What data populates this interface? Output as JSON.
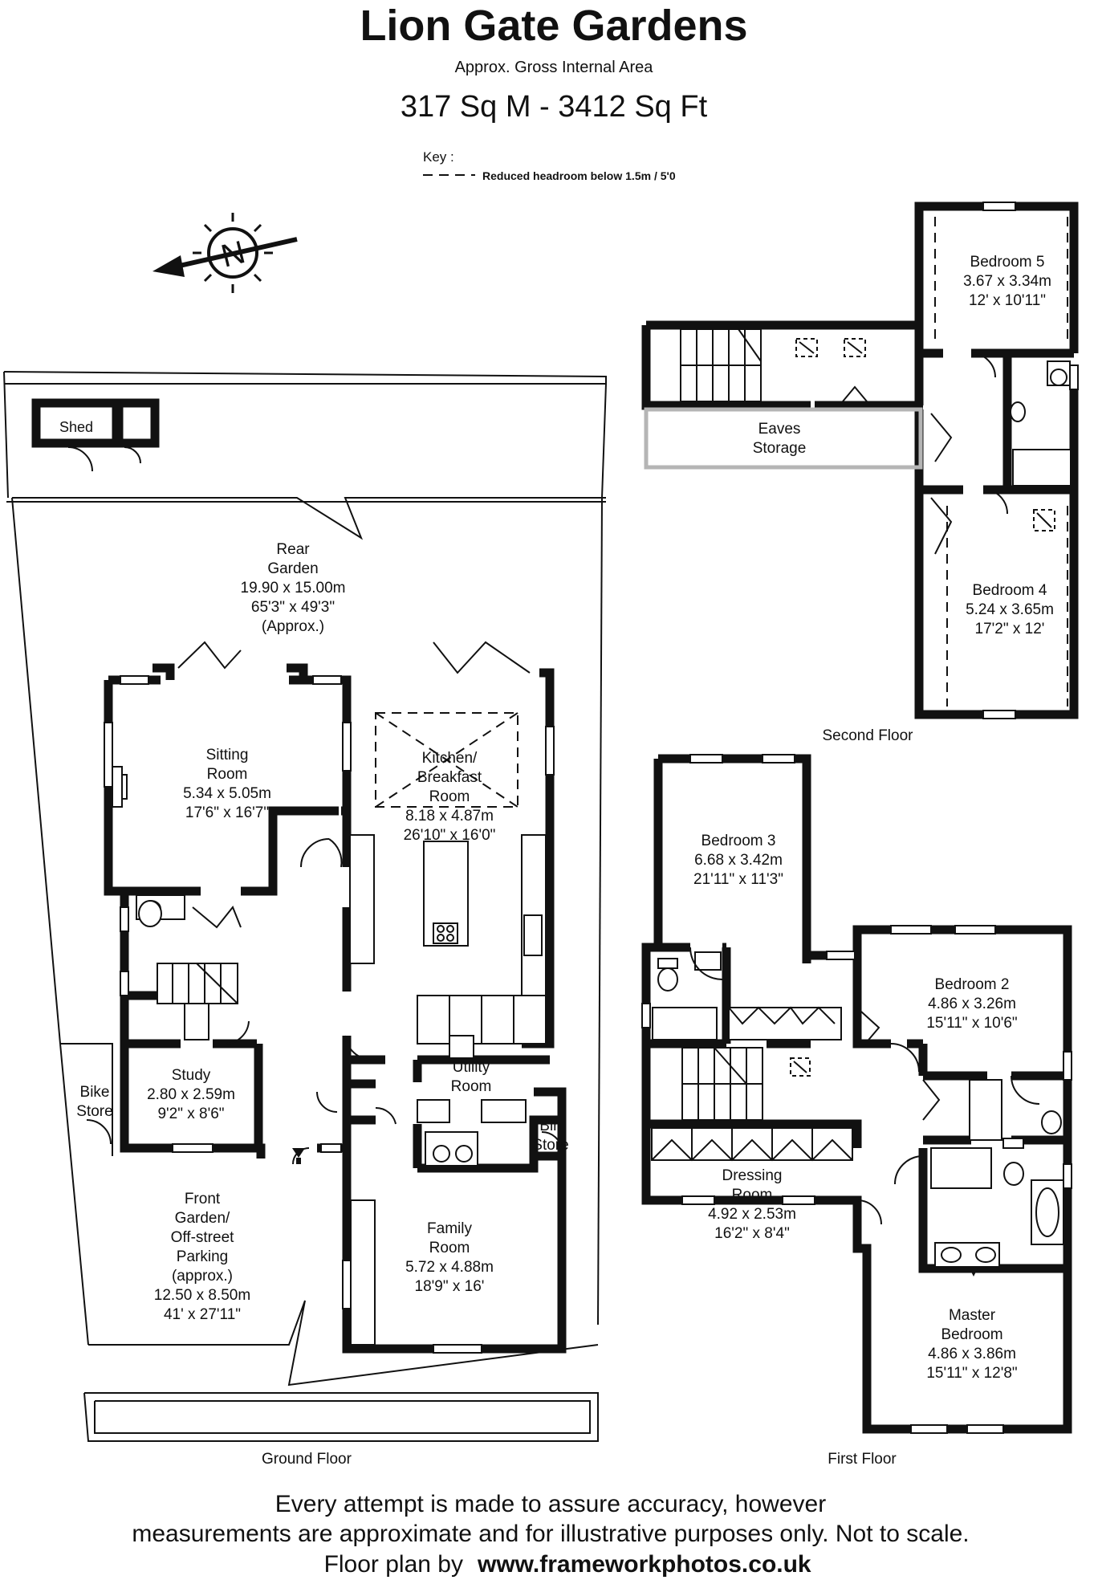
{
  "header": {
    "title": "Lion Gate Gardens",
    "subtitle": "Approx. Gross Internal Area",
    "area": "317 Sq M - 3412 Sq Ft",
    "key_label": "Key :",
    "key_text": "Reduced  headroom below 1.5m / 5'0"
  },
  "floors": {
    "ground": "Ground Floor",
    "first": "First Floor",
    "second": "Second Floor"
  },
  "rooms": {
    "shed": {
      "name": "Shed"
    },
    "rear_garden": {
      "l1": "Rear",
      "l2": "Garden",
      "metric": "19.90 x 15.00m",
      "imperial": "65'3\" x 49'3\"",
      "note": "(Approx.)"
    },
    "sitting": {
      "l1": "Sitting",
      "l2": "Room",
      "metric": "5.34 x 5.05m",
      "imperial": "17'6\" x 16'7\""
    },
    "kitchen": {
      "l1": "Kitchen/",
      "l2": "Breakfast",
      "l3": "Room",
      "metric": "8.18 x 4.87m",
      "imperial": "26'10\" x 16'0\""
    },
    "study": {
      "name": "Study",
      "metric": "2.80 x 2.59m",
      "imperial": "9'2\" x 8'6\""
    },
    "bike_store": {
      "l1": "Bike",
      "l2": "Store"
    },
    "utility": {
      "l1": "Utility",
      "l2": "Room"
    },
    "bin_store": {
      "l1": "Bin",
      "l2": "Store"
    },
    "family": {
      "l1": "Family",
      "l2": "Room",
      "metric": "5.72 x 4.88m",
      "imperial": "18'9\" x 16'"
    },
    "front_garden": {
      "l1": "Front",
      "l2": "Garden/",
      "l3": "Off-street",
      "l4": "Parking",
      "l5": "(approx.)",
      "metric": "12.50 x 8.50m",
      "imperial": "41' x 27'11\""
    },
    "bedroom5": {
      "name": "Bedroom 5",
      "metric": "3.67 x 3.34m",
      "imperial": "12' x 10'11\""
    },
    "eaves": {
      "l1": "Eaves",
      "l2": "Storage"
    },
    "bedroom4": {
      "name": "Bedroom 4",
      "metric": "5.24 x 3.65m",
      "imperial": "17'2\" x 12'"
    },
    "bedroom3": {
      "name": "Bedroom 3",
      "metric": "6.68 x 3.42m",
      "imperial": "21'11\" x 11'3\""
    },
    "bedroom2": {
      "name": "Bedroom 2",
      "metric": "4.86 x 3.26m",
      "imperial": "15'11\" x 10'6\""
    },
    "dressing": {
      "l1": "Dressing",
      "l2": "Room",
      "metric": "4.92 x 2.53m",
      "imperial": "16'2\" x 8'4\""
    },
    "master": {
      "l1": "Master",
      "l2": "Bedroom",
      "metric": "4.86 x 3.86m",
      "imperial": "15'11\" x 12'8\""
    }
  },
  "compass": {
    "label": "N",
    "icon": "compass-icon"
  },
  "footer": {
    "line1": "Every attempt is made to assure accuracy, however",
    "line2": "measurements are approximate and for illustrative purposes only. Not to scale.",
    "credit_label": "Floor plan by",
    "credit_url": "www.frameworkphotos.co.uk"
  }
}
